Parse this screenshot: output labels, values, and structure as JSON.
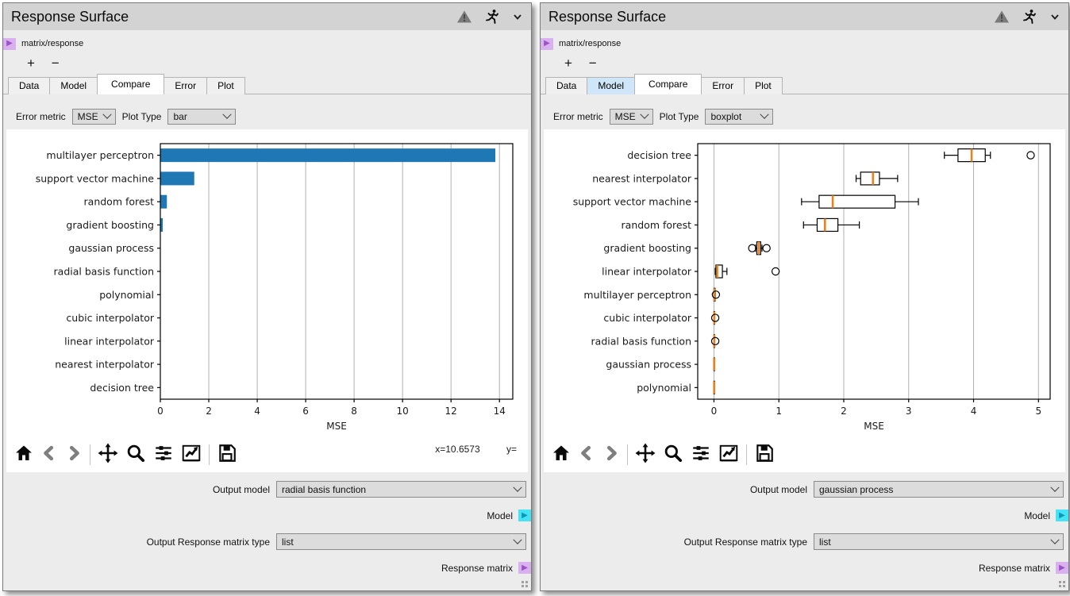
{
  "colors": {
    "bar_blue": "#1f77b4",
    "median_orange": "#e8821e",
    "grid_gray": "#b0b0b0",
    "port_purple_bg": "#d9b1ee",
    "port_purple_arrow": "#9c53c5",
    "port_cyan_bg": "#44e3f6",
    "port_cyan_arrow": "#1296b5",
    "tab_highlight_blue": "#cfe6f8",
    "titlebar_gray": "#d3d3d3"
  },
  "panels": [
    {
      "title": "Response Surface",
      "title_icons": [
        "warning-icon",
        "runner-icon",
        "collapse-chevron-icon"
      ],
      "node": {
        "label": "matrix/response"
      },
      "add_label": "+",
      "remove_label": "−",
      "tabs": [
        {
          "label": "Data",
          "state": "normal"
        },
        {
          "label": "Model",
          "state": "normal"
        },
        {
          "label": "Compare",
          "state": "selected"
        },
        {
          "label": "Error",
          "state": "normal"
        },
        {
          "label": "Plot",
          "state": "normal"
        }
      ],
      "controls": {
        "error_metric_label": "Error metric",
        "error_metric_value": "MSE",
        "plot_type_label": "Plot Type",
        "plot_type_value": "bar"
      },
      "toolbar_icons": [
        "home",
        "back",
        "forward",
        "pan",
        "zoom",
        "subplots",
        "plot-settings",
        "save"
      ],
      "statusbar": {
        "x_readout": "x=10.6573",
        "y_readout": "y="
      },
      "outputs": {
        "model_label": "Output model",
        "model_value": "radial basis function",
        "model_port_label": "Model",
        "matrix_label": "Output Response matrix type",
        "matrix_value": "list",
        "matrix_port_label": "Response matrix"
      },
      "chart_data": {
        "type": "bar",
        "title": "",
        "xlabel": "MSE",
        "categories": [
          "multilayer perceptron",
          "support vector machine",
          "random forest",
          "gradient boosting",
          "gaussian process",
          "radial basis function",
          "polynomial",
          "cubic interpolator",
          "linear interpolator",
          "nearest interpolator",
          "decision tree"
        ],
        "values": [
          13.83,
          1.4,
          0.27,
          0.1,
          0,
          0,
          0,
          0,
          0,
          0,
          0
        ],
        "xlim": [
          0,
          14.55
        ],
        "xticks": [
          0,
          2,
          4,
          6,
          8,
          10,
          12,
          14
        ],
        "grid": true,
        "grid_color": "#b0b0b0",
        "bar_color": "#1f77b4"
      }
    },
    {
      "title": "Response Surface",
      "title_icons": [
        "warning-icon",
        "runner-icon",
        "collapse-chevron-icon"
      ],
      "node": {
        "label": "matrix/response"
      },
      "add_label": "+",
      "remove_label": "−",
      "tabs": [
        {
          "label": "Data",
          "state": "normal"
        },
        {
          "label": "Model",
          "state": "highlighted"
        },
        {
          "label": "Compare",
          "state": "selected"
        },
        {
          "label": "Error",
          "state": "normal"
        },
        {
          "label": "Plot",
          "state": "normal"
        }
      ],
      "controls": {
        "error_metric_label": "Error metric",
        "error_metric_value": "MSE",
        "plot_type_label": "Plot Type",
        "plot_type_value": "boxplot"
      },
      "toolbar_icons": [
        "home",
        "back",
        "forward",
        "pan",
        "zoom",
        "subplots",
        "plot-settings",
        "save"
      ],
      "statusbar": {
        "x_readout": "",
        "y_readout": ""
      },
      "outputs": {
        "model_label": "Output model",
        "model_value": "gaussian process",
        "model_port_label": "Model",
        "matrix_label": "Output Response matrix type",
        "matrix_value": "list",
        "matrix_port_label": "Response matrix"
      },
      "chart_data": {
        "type": "boxplot",
        "title": "",
        "xlabel": "MSE",
        "categories": [
          "decision tree",
          "nearest interpolator",
          "support vector machine",
          "random forest",
          "gradient boosting",
          "linear interpolator",
          "multilayer perceptron",
          "cubic interpolator",
          "radial basis function",
          "gaussian process",
          "polynomial"
        ],
        "stats": [
          {
            "whislo": 3.55,
            "q1": 3.76,
            "med": 3.97,
            "q3": 4.18,
            "whishi": 4.26,
            "fliers": [
              4.88
            ]
          },
          {
            "whislo": 2.19,
            "q1": 2.26,
            "med": 2.45,
            "q3": 2.55,
            "whishi": 2.83,
            "fliers": []
          },
          {
            "whislo": 1.35,
            "q1": 1.62,
            "med": 1.83,
            "q3": 2.79,
            "whishi": 3.15,
            "fliers": []
          },
          {
            "whislo": 1.38,
            "q1": 1.59,
            "med": 1.71,
            "q3": 1.91,
            "whishi": 2.24,
            "fliers": []
          },
          {
            "whislo": 0.64,
            "q1": 0.66,
            "med": 0.69,
            "q3": 0.72,
            "whishi": 0.74,
            "fliers": [
              0.59,
              0.81
            ]
          },
          {
            "whislo": 0.02,
            "q1": 0.03,
            "med": 0.05,
            "q3": 0.13,
            "whishi": 0.2,
            "fliers": [
              0.95
            ]
          },
          {
            "whislo": 0.0,
            "q1": 0.0,
            "med": 0.01,
            "q3": 0.02,
            "whishi": 0.02,
            "fliers": [
              0.03
            ]
          },
          {
            "whislo": 0.0,
            "q1": 0.0,
            "med": 0.005,
            "q3": 0.01,
            "whishi": 0.01,
            "fliers": [
              0.02
            ]
          },
          {
            "whislo": 0.0,
            "q1": 0.0,
            "med": 0.005,
            "q3": 0.01,
            "whishi": 0.01,
            "fliers": [
              0.02
            ]
          },
          {
            "whislo": 0.0,
            "q1": 0.0,
            "med": 0.003,
            "q3": 0.005,
            "whishi": 0.005,
            "fliers": []
          },
          {
            "whislo": 0.0,
            "q1": 0.0,
            "med": 0.003,
            "q3": 0.005,
            "whishi": 0.005,
            "fliers": []
          }
        ],
        "xlim": [
          -0.25,
          5.18
        ],
        "xticks": [
          0,
          1,
          2,
          3,
          4,
          5
        ],
        "grid": true,
        "grid_color": "#b0b0b0",
        "median_color": "#e8821e"
      }
    }
  ]
}
